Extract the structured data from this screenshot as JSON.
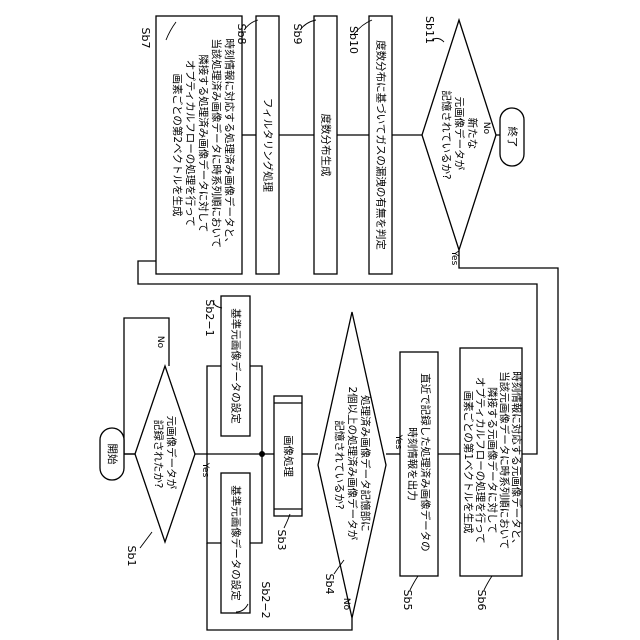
{
  "nodes": {
    "start": "開始",
    "sb1": [
      "元画像データが",
      "記録されたか?"
    ],
    "sb2_1": "基準元画像データの設定",
    "sb2_2": "基準元画像データの設定",
    "sb3": "画像処理",
    "sb4": [
      "処理済み画像データ記憶部に",
      "2個以上の処理済み画像データが",
      "記憶されているか?"
    ],
    "sb5": [
      "直近で記録した処理済み画像データの",
      "時刻情報を出力"
    ],
    "sb6": [
      "時刻情報に対応する元画像データと、",
      "当該元画像データに時系列順において",
      "隣接する元画像データに対して",
      "オプティカルフローの処理を行って",
      "画素ごとの第1ベクトルを生成"
    ],
    "sb7": [
      "時刻情報に対応する処理済み画像データと、",
      "当該処理済み画像データに時系列順において",
      "隣接する処理済み画像データに対して",
      "オプティカルフローの処理を行って",
      "画素ごとの第2ベクトルを生成"
    ],
    "sb8": "フィルタリング処理",
    "sb9": "度数分布生成",
    "sb10": "度数分布に基づいてガスの漏洩の有無を判定",
    "sb11": [
      "新たな",
      "元画像データが",
      "記憶されているか?"
    ],
    "end": "終了"
  },
  "step_labels": {
    "sb1": "Sb1",
    "sb2_1": "Sb2−1",
    "sb2_2": "Sb2−2",
    "sb3": "Sb3",
    "sb4": "Sb4",
    "sb5": "Sb5",
    "sb6": "Sb6",
    "sb7": "Sb7",
    "sb8": "Sb8",
    "sb9": "Sb9",
    "sb10": "Sb10",
    "sb11": "Sb11"
  },
  "branches": {
    "sb1_yes": "Yes",
    "sb1_no": "No",
    "sb4_yes": "Yes",
    "sb4_no": "No",
    "sb11_yes": "Yes",
    "sb11_no": "No"
  }
}
